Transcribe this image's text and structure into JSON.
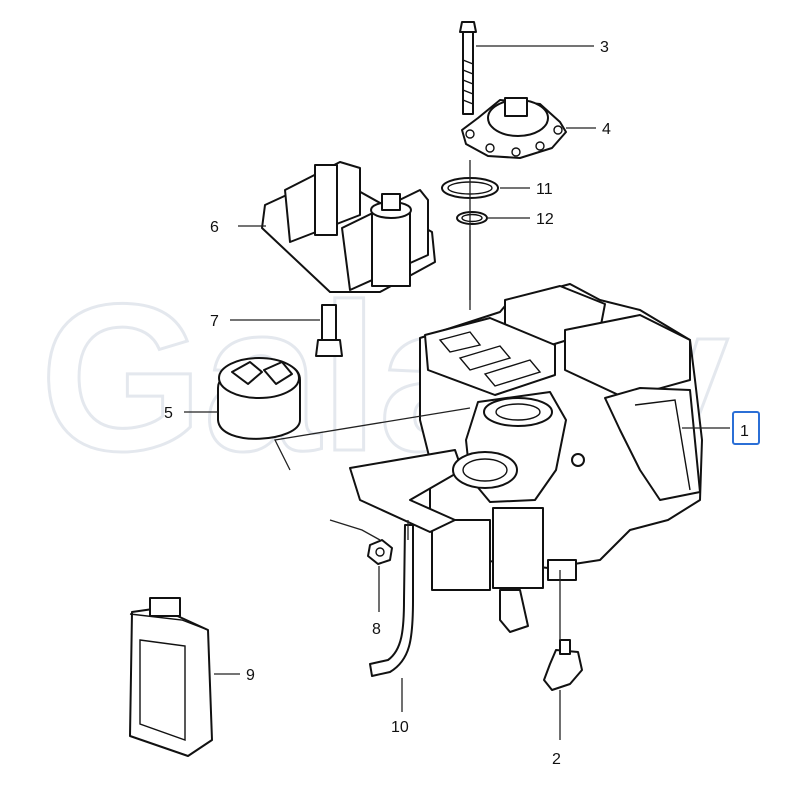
{
  "watermark": "Galaxy",
  "highlight_color": "#2b6fd6",
  "callouts": [
    {
      "id": "1",
      "label": "1"
    },
    {
      "id": "2",
      "label": "2"
    },
    {
      "id": "3",
      "label": "3"
    },
    {
      "id": "4",
      "label": "4"
    },
    {
      "id": "5",
      "label": "5"
    },
    {
      "id": "6",
      "label": "6"
    },
    {
      "id": "7",
      "label": "7"
    },
    {
      "id": "8",
      "label": "8"
    },
    {
      "id": "9",
      "label": "9"
    },
    {
      "id": "10",
      "label": "10"
    },
    {
      "id": "11",
      "label": "11"
    },
    {
      "id": "12",
      "label": "12"
    }
  ]
}
